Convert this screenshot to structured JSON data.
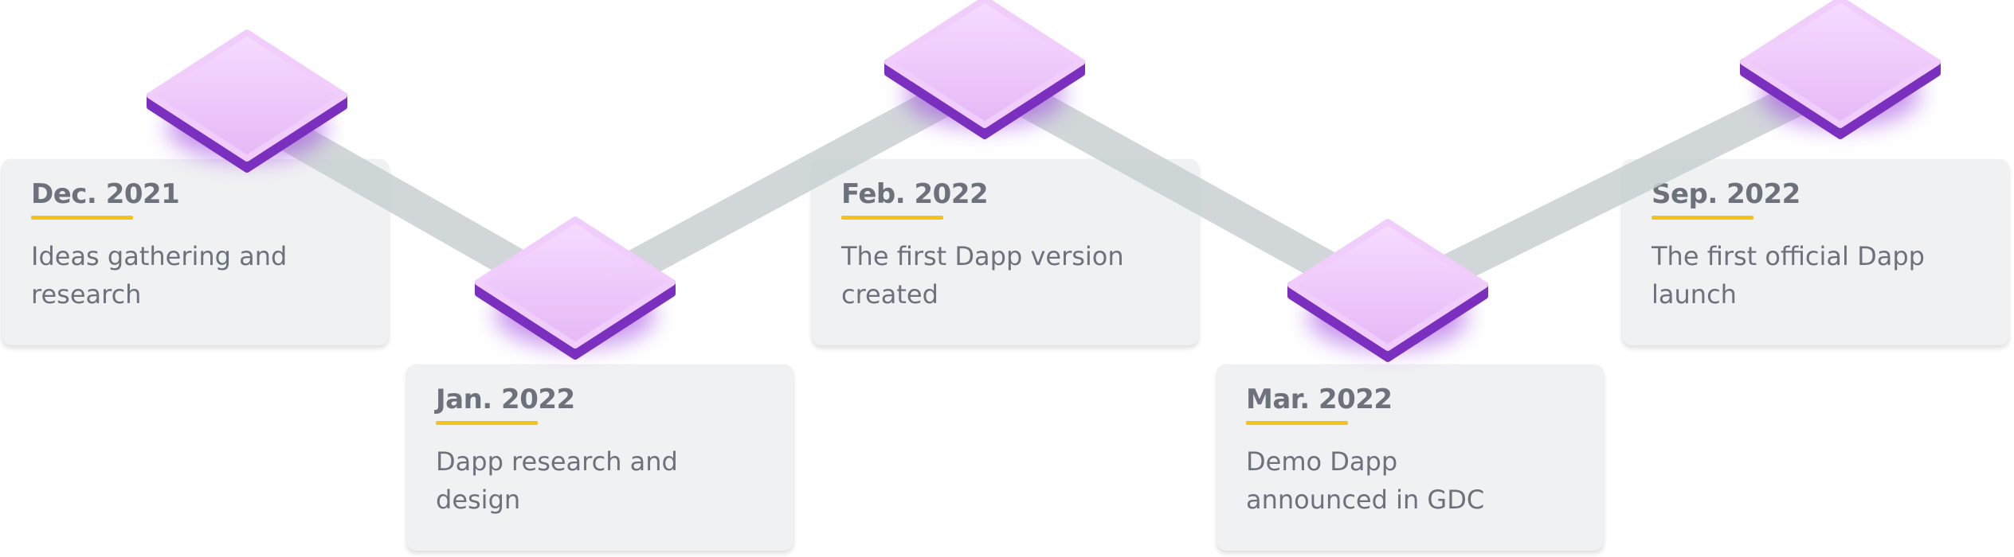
{
  "timeline": {
    "milestones": [
      {
        "date": "Dec. 2021",
        "description": "Ideas gathering and research"
      },
      {
        "date": "Jan. 2022",
        "description": "Dapp research and design"
      },
      {
        "date": "Feb. 2022",
        "description": "The first Dapp version created"
      },
      {
        "date": "Mar. 2022",
        "description": "Demo Dapp announced in GDC"
      },
      {
        "date": "Sep. 2022",
        "description": "The first official Dapp launch"
      }
    ],
    "colors": {
      "connector": "#c9d1d3",
      "node_top_light": "#f5d6ff",
      "node_top_dark": "#e7b7f7",
      "node_side": "#7a2fbe",
      "node_glow": "#9b3ddf",
      "card_bg": "#f0f1f3",
      "date_underline": "#f4c21b",
      "text": "#6c717b"
    }
  }
}
